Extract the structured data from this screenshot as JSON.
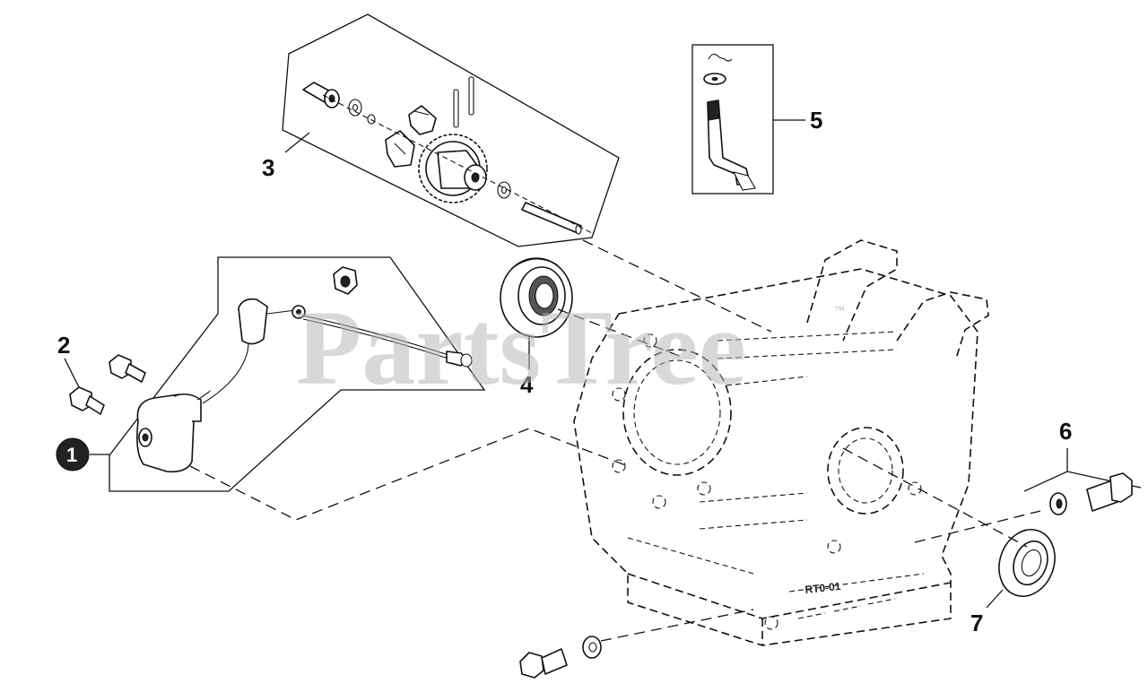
{
  "watermark": {
    "text": "PartsTree",
    "trademark": "™"
  },
  "callouts": [
    {
      "id": "1",
      "style": "filled-circle"
    },
    {
      "id": "2",
      "style": "plain"
    },
    {
      "id": "3",
      "style": "plain"
    },
    {
      "id": "4",
      "style": "plain"
    },
    {
      "id": "5",
      "style": "plain"
    },
    {
      "id": "6",
      "style": "plain"
    },
    {
      "id": "7",
      "style": "plain"
    }
  ],
  "cast_marking": "RT0-01",
  "colors": {
    "ink": "#111111",
    "watermark": "#b8b8b8",
    "background": "#ffffff"
  }
}
